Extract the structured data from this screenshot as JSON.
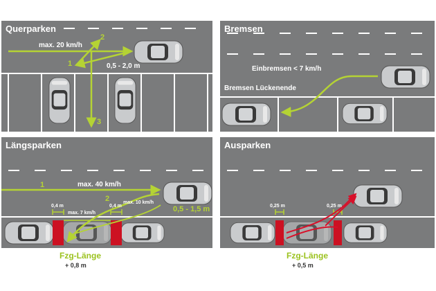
{
  "panels": {
    "querparken": {
      "title": "Querparken",
      "speed": "max. 20 km/h",
      "distance": "0,5 - 2,0 m",
      "step1": "1",
      "step2": "2",
      "step3": "3"
    },
    "bremsen": {
      "title": "Bremsen",
      "brake": "Einbremsen < 7 km/h",
      "gap_end": "Bremsen Lückenende"
    },
    "laengsparken": {
      "title": "Längsparken",
      "step1": "1",
      "step2": "2",
      "speed": "max. 40 km/h",
      "speed_slow": "max. 10 km/h",
      "gap_speed": "max. 7 km/h",
      "clearance_left": "0,4 m",
      "clearance_right": "0,4 m",
      "distance": "0,5 - 1,5 m",
      "caption_main": "Fzg-Länge",
      "caption_sub": "+ 0,8 m"
    },
    "ausparken": {
      "title": "Ausparken",
      "clearance_left": "0,25 m",
      "clearance_right": "0,25 m",
      "caption_main": "Fzg-Länge",
      "caption_sub": "+ 0,5 m"
    }
  },
  "colors": {
    "asphalt": "#7a7b7c",
    "path_green": "#b5d334",
    "path_red": "#d8102a",
    "marker_red": "#cc1122",
    "car_silver": "#c9cbcd",
    "car_dark": "#3a3a3a"
  }
}
